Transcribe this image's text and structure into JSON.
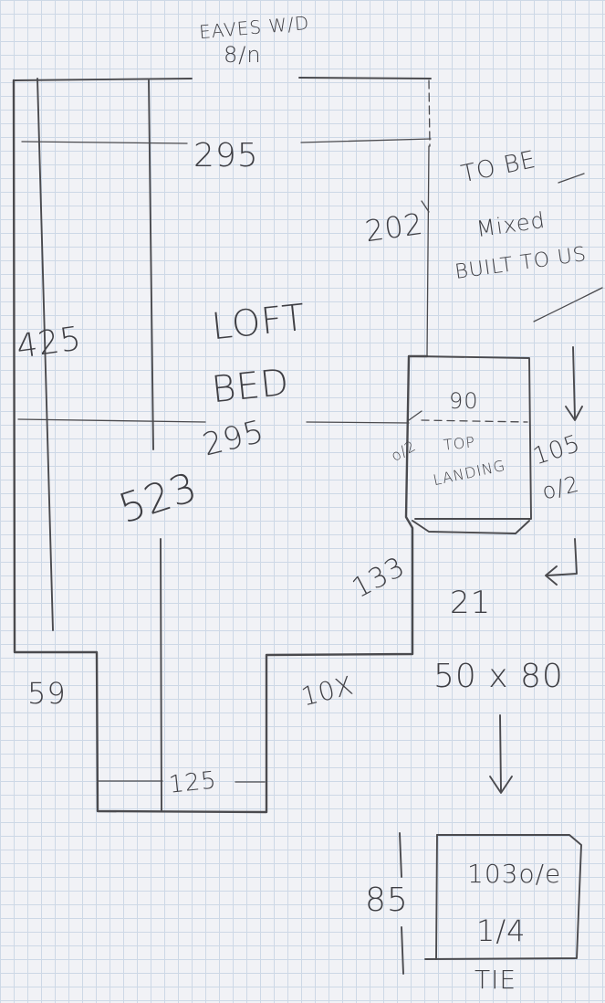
{
  "labels": {
    "eaves_w": "EAVES W/D",
    "eaves_sub": "8/n",
    "d295_top": "295",
    "tbd_1": "TO BE",
    "tbd_2": "Mixed",
    "tbd_3": "BUILT TO US",
    "d202": "202",
    "d425": "425",
    "loft": "LOFT",
    "bed": "BED",
    "d295_mid": "295",
    "d523": "523",
    "d90": "90",
    "top": "TOP",
    "landing": "LANDING",
    "d105": "105",
    "d105_sub": "o/2",
    "d0_sub": "o/2",
    "d133": "133",
    "d21": "21",
    "d59": "59",
    "d10": "10X",
    "d50x80": "50 x 80",
    "d125": "125",
    "d85": "85",
    "d103": "103o/e",
    "quarter": "1/4",
    "tie": "TIE"
  }
}
